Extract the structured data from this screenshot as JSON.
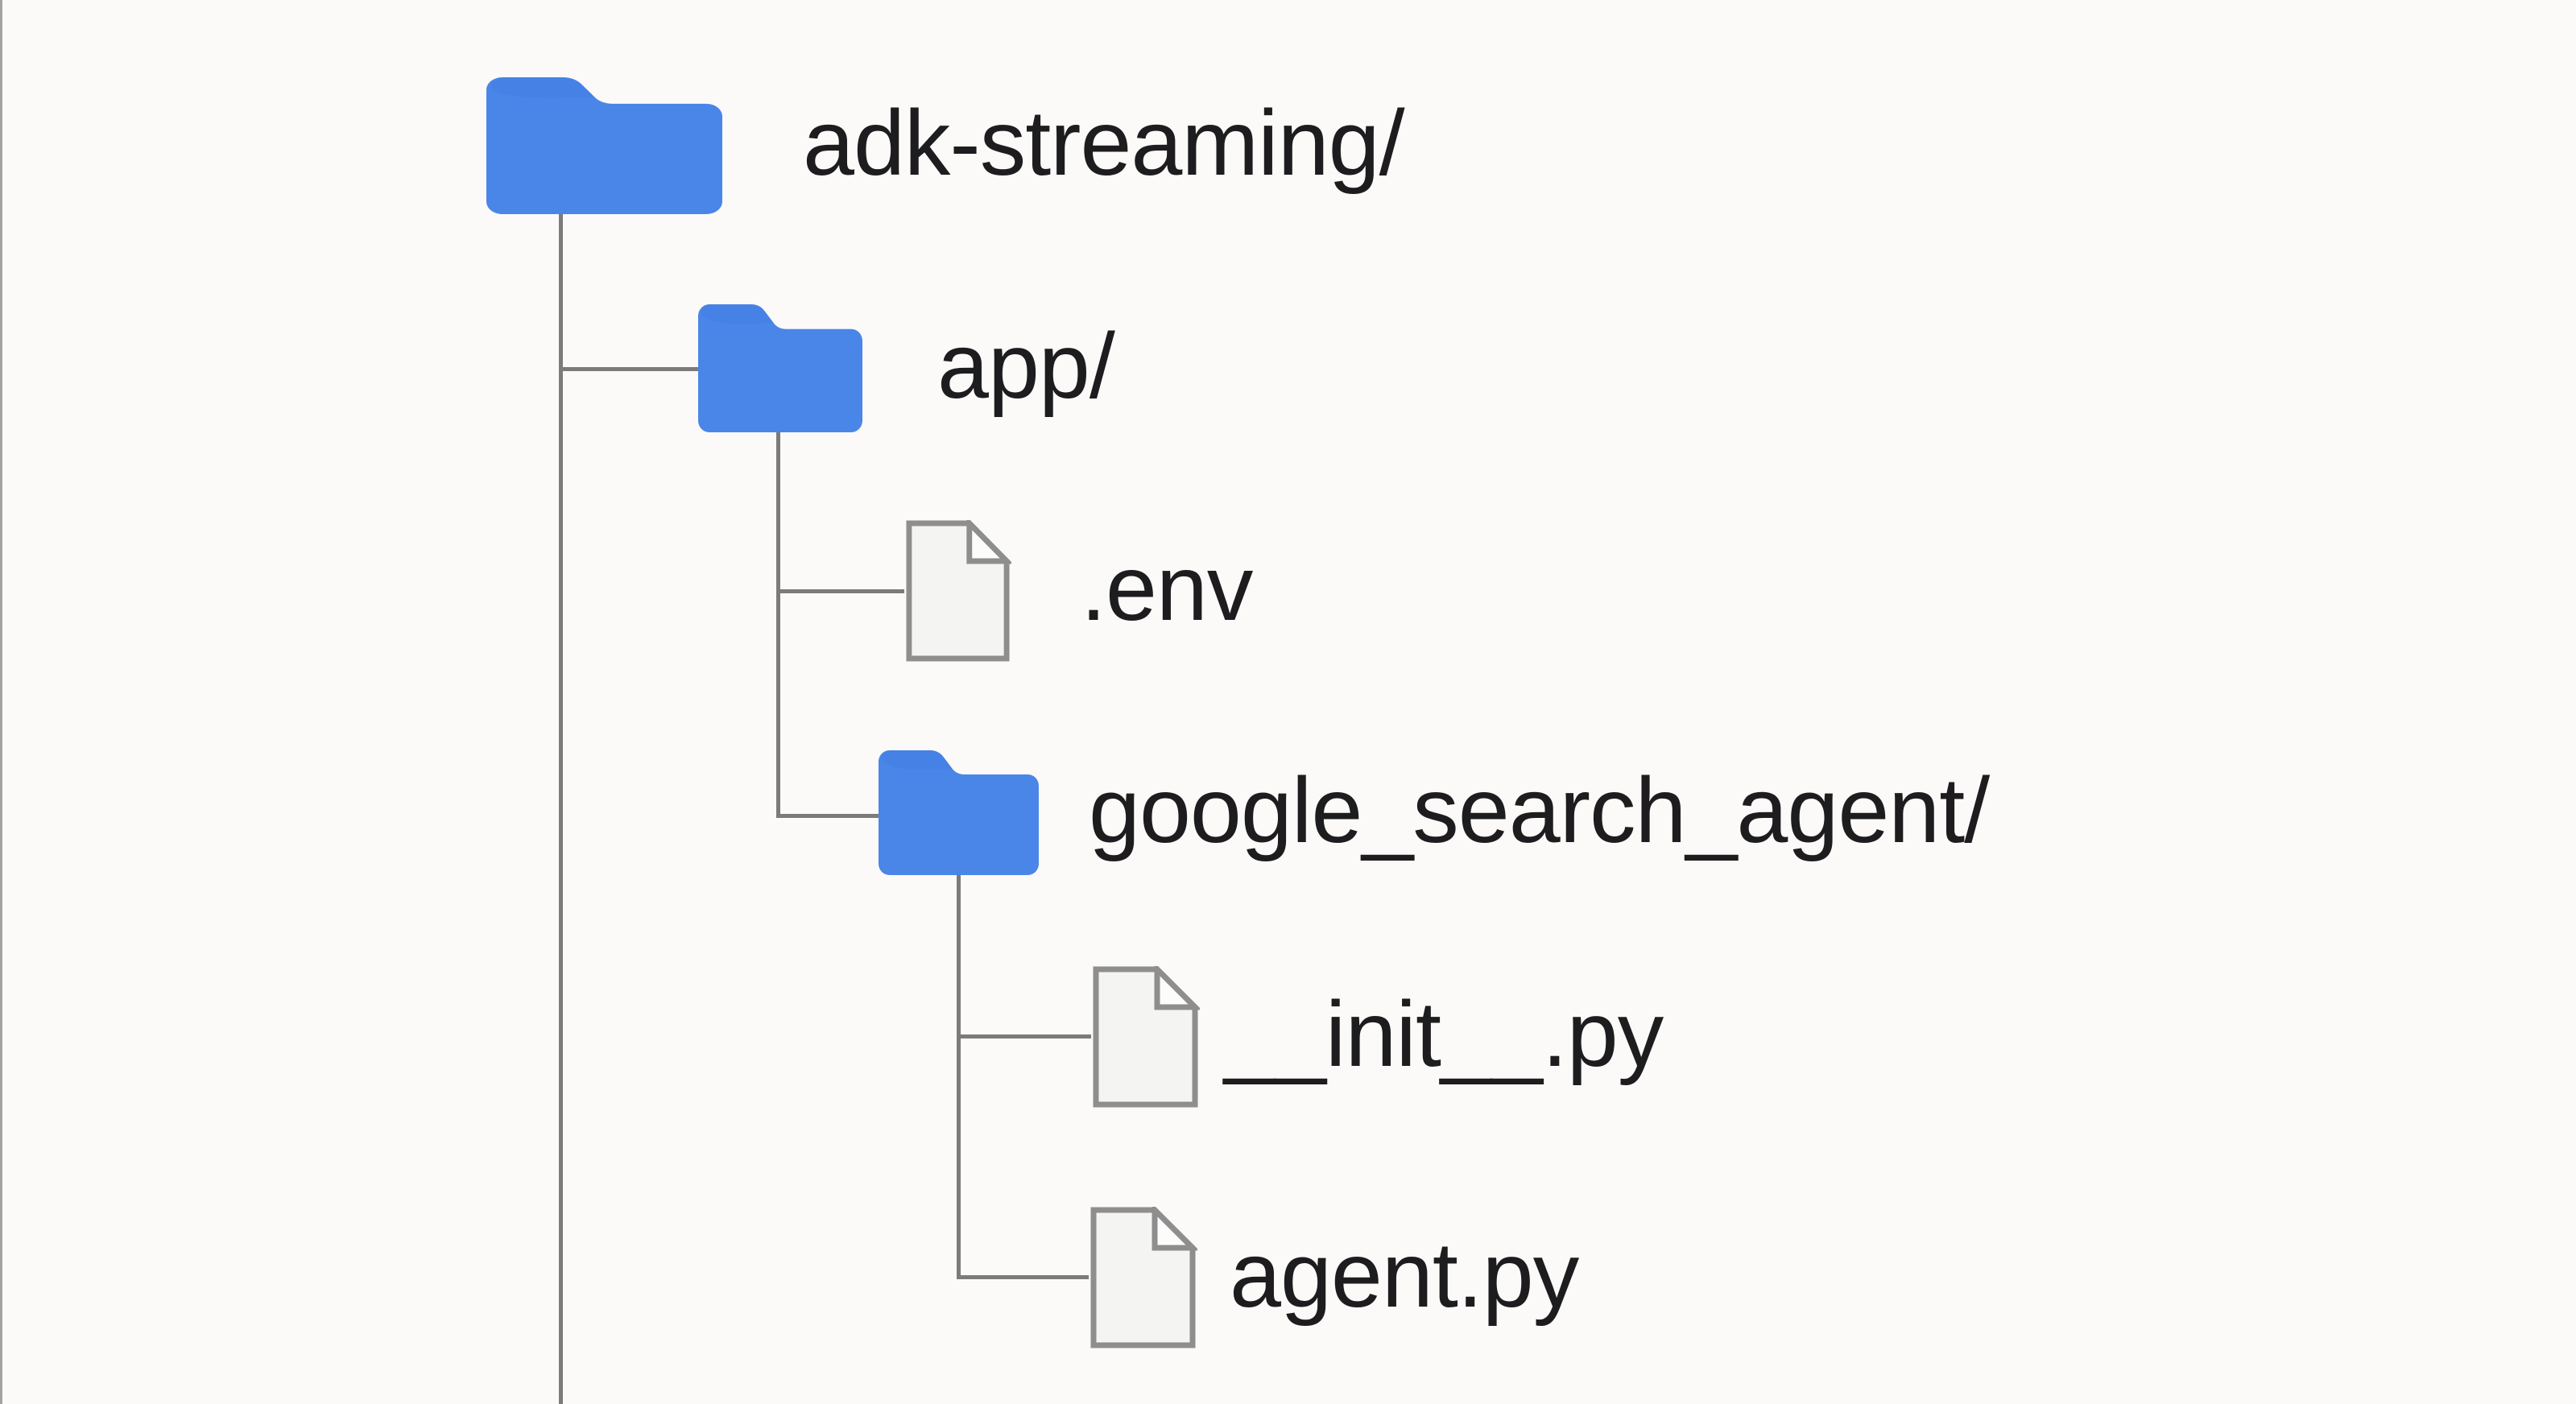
{
  "colors": {
    "background": "#fbfaf8",
    "folder_blue": "#4a86e8",
    "folder_blue_tab": "#4380e4",
    "file_fill": "#f4f4f3",
    "file_fold_fill": "#fcfcfb",
    "file_stroke": "#8e8e8e",
    "connector_gray": "#7b7b7b",
    "text": "#1d1d1f",
    "left_border": "#a3a3a3"
  },
  "tree": {
    "nodes": [
      {
        "label": "adk-streaming/",
        "type": "folder",
        "icon": "folder-icon",
        "depth": 0,
        "parent": null
      },
      {
        "label": "app/",
        "type": "folder",
        "icon": "folder-icon",
        "depth": 1,
        "parent": "adk-streaming/"
      },
      {
        "label": ".env",
        "type": "file",
        "icon": "file-icon",
        "depth": 2,
        "parent": "app/"
      },
      {
        "label": "google_search_agent/",
        "type": "folder",
        "icon": "folder-icon",
        "depth": 2,
        "parent": "app/"
      },
      {
        "label": "__init__.py",
        "type": "file",
        "icon": "file-icon",
        "depth": 3,
        "parent": "google_search_agent/"
      },
      {
        "label": "agent.py",
        "type": "file",
        "icon": "file-icon",
        "depth": 3,
        "parent": "google_search_agent/"
      }
    ]
  }
}
